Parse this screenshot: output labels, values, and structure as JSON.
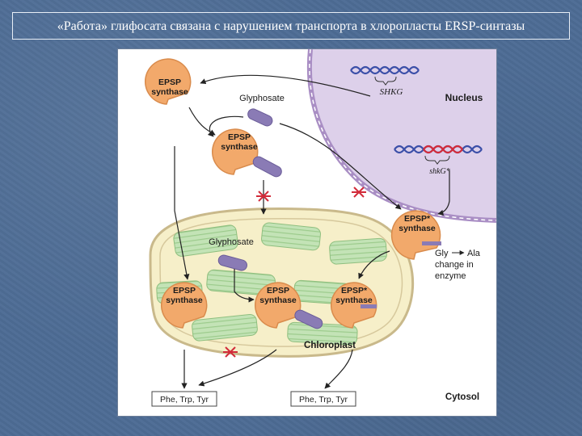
{
  "slide": {
    "title": "«Работа» глифосата связана с нарушением транспорта в хлоропласты ERSP-синтазы"
  },
  "diagram": {
    "gene_top": "SHKG",
    "gene_mutant": "shkG*",
    "nucleus_label": "Nucleus",
    "glyphosate_cytosol": "Glyphosate",
    "glyphosate_chloroplast": "Glyphosate",
    "enzyme_line1": "EPSP",
    "enzyme_line2": "synthase",
    "mutant_line1": "EPSP*",
    "mutant_line1_chloro": "EPSP*",
    "mutation_line1": "Gly",
    "mutation_ala": "Ala",
    "mutation_line2": "change in",
    "mutation_line3": "enzyme",
    "chloroplast_label": "Chloroplast",
    "cytosol_label": "Cytosol",
    "product_left": "Phe, Trp, Tyr",
    "product_right": "Phe, Trp, Tyr",
    "colors": {
      "enzyme": "#f2a96b",
      "glyphosate": "#8a7bb5",
      "nucleus": "#ddd0ea",
      "chloroplast": "#f6efc9",
      "thylakoid": "#bfe0b3",
      "block_mark": "#d22b3a"
    }
  }
}
